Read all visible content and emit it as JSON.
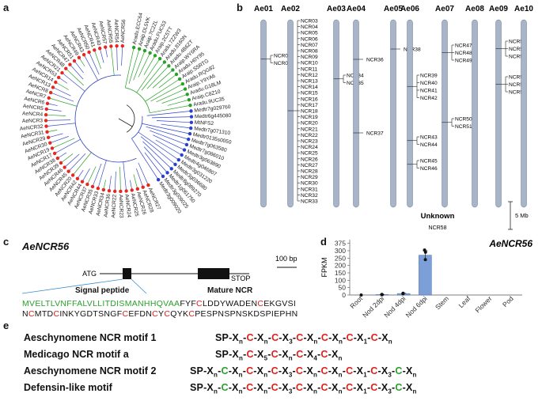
{
  "panels": {
    "a": "a",
    "b": "b",
    "c": "c",
    "d": "d",
    "e": "e"
  },
  "colors": {
    "red_node": "#e8271f",
    "green_node": "#2aa02b",
    "blue_node": "#2940cf",
    "chromosome": "#a8b4c8",
    "bar": "#7d9fd8",
    "cys": "#e0201b",
    "signal": "#2aa02b"
  },
  "tree": {
    "ncr_leaves": [
      "AeNCR56",
      "AeNCR54",
      "AeNCR55",
      "AeNCR57",
      "AeNCR40",
      "AeNCR41",
      "AeNCR50",
      "AeNCR43",
      "AeNCR49",
      "AeNCR51",
      "AeNCR47",
      "AeNCR48",
      "AeNCR21",
      "AeNCR53",
      "AeNCR14",
      "AeNCR13",
      "AeNCR8",
      "AeNCR7",
      "AeNCR6",
      "AeNCR5",
      "AeNCR4",
      "AeNCR3",
      "AeNCR32",
      "AeNCR31",
      "AeNCR29",
      "AeNCR30",
      "AeNCR19",
      "AeNCR17",
      "AeNCR38",
      "AeNCR39",
      "AeNCR46",
      "AeNCR45",
      "AeNCR20",
      "AeNCR42",
      "AeNCR44",
      "AeNCR37",
      "AeNCR35",
      "AeNCR33",
      "AeNCR34",
      "AeNCR36",
      "AeNCR22",
      "AeNCR23",
      "AeNCR24",
      "AeNCR25",
      "AeNCR26",
      "AeNCR28",
      "AeNCR27"
    ],
    "arachis_leaves": [
      "Aradu.ECC64",
      "Araip.DL5VK",
      "Araip.7C2ZL",
      "Aradu.FUC53",
      "Araip.2C5TT",
      "Aradu.7ZZW3",
      "Aradu.8160N",
      "Aradu.4B6ZT",
      "Araip.WY6RA",
      "Aradu.H0Y95",
      "Araip.S5RTG",
      "Aradu.RQG82",
      "Araip.Y9YA6",
      "Aradu.G18LM",
      "Araip.C8Z10",
      "Aradu.9UC35"
    ],
    "medicago_leaves": [
      "Medtr7g029760",
      "Medtr6g445080",
      "MtNFS2",
      "Medtr7g071310",
      "Medtr0135s0050",
      "Medtr7g063580",
      "Medtr7g086010",
      "Medtr3g063890",
      "Medtr4g046807",
      "Medtr3g031220",
      "Medtr3g036680",
      "Medtr8g089270",
      "Medtr1g061750",
      "Medtr3g009025",
      "Medtr3g009020"
    ]
  },
  "chromosomes": [
    {
      "name": "Ae01",
      "groups": [
        [
          "NCR01",
          "NCR02"
        ]
      ]
    },
    {
      "name": "Ae02",
      "groups": [
        [
          "NCR03",
          "NCR04",
          "NCR05",
          "NCR06",
          "NCR07",
          "NCR08",
          "NCR09",
          "NCR10",
          "NCR11",
          "NCR12",
          "NCR13",
          "NCR14",
          "NCR15",
          "NCR16",
          "NCR17",
          "NCR18",
          "NCR19",
          "NCR20",
          "NCR21",
          "NCR22",
          "NCR23",
          "NCR24",
          "NCR25",
          "NCR26",
          "NCR27",
          "NCR28",
          "NCR29",
          "NCR30",
          "NCR31",
          "NCR32",
          "NCR33"
        ]
      ]
    },
    {
      "name": "Ae03",
      "groups": [
        [
          "NCR34",
          "NCR35"
        ]
      ]
    },
    {
      "name": "Ae04",
      "groups": [
        [
          "NCR36"
        ],
        [
          "NCR37"
        ]
      ]
    },
    {
      "name": "Ae05",
      "groups": [
        [
          "NCR38"
        ]
      ]
    },
    {
      "name": "Ae06",
      "groups": [
        [
          "NCR39",
          "NCR40",
          "NCR41",
          "NCR42"
        ],
        [
          "NCR43",
          "NCR44"
        ],
        [
          "NCR45",
          "NCR46"
        ]
      ]
    },
    {
      "name": "Ae07",
      "groups": [
        [
          "NCR47",
          "NCR48",
          "NCR49"
        ],
        [
          "NCR50",
          "NCR51"
        ]
      ]
    },
    {
      "name": "Ae08",
      "groups": []
    },
    {
      "name": "Ae09",
      "groups": [
        [
          "NCR52",
          "NCR53",
          "NCR54"
        ],
        [
          "NCR55",
          "NCR56",
          "NCR57"
        ]
      ]
    },
    {
      "name": "Ae10",
      "groups": []
    }
  ],
  "unknown": {
    "title": "Unknown",
    "gene": "NCR58"
  },
  "scale_mb": "5 Mb",
  "gene_model": {
    "title": "AeNCR56",
    "atg": "ATG",
    "stop": "STOP",
    "scale": "100 bp",
    "signal_label": "Signal peptide",
    "mature_label": "Mature NCR",
    "seq_line1_signal": "MVELTLVNFFALVLLITDISMANHHQVAA",
    "seq_line1_rest": [
      [
        "FYF",
        false
      ],
      [
        "C",
        true
      ],
      [
        "LDDYWADEN",
        false
      ],
      [
        "C",
        true
      ],
      [
        "EKGVSI",
        false
      ]
    ],
    "seq_line2": [
      [
        "N",
        false
      ],
      [
        "C",
        true
      ],
      [
        "MTD",
        false
      ],
      [
        "C",
        true
      ],
      [
        "INKYGDTSNGF",
        false
      ],
      [
        "C",
        true
      ],
      [
        "EFDN",
        false
      ],
      [
        "C",
        true
      ],
      [
        "Y",
        false
      ],
      [
        "C",
        true
      ],
      [
        "QYK",
        false
      ],
      [
        "C",
        true
      ],
      [
        "PESPNSPNSKDSPIEPHN",
        false
      ]
    ]
  },
  "chart_data": {
    "type": "bar",
    "title": "AeNCR56",
    "ylabel": "FPKM",
    "categories": [
      "Root",
      "Nod 2dpi",
      "Nod 4dpi",
      "Nod 6dpi",
      "Stem",
      "Leaf",
      "Flower",
      "Pod"
    ],
    "values": [
      0,
      3,
      10,
      270,
      0,
      0,
      0,
      0
    ],
    "points": [
      [
        0
      ],
      [
        2,
        4
      ],
      [
        8,
        12
      ],
      [
        240,
        290,
        305
      ],
      [],
      [],
      [],
      []
    ],
    "error": [
      0,
      1,
      2,
      30,
      0,
      0,
      0,
      0
    ],
    "ylim": [
      0,
      375
    ],
    "yticks": [
      0,
      50,
      100,
      150,
      200,
      250,
      300,
      350
    ],
    "ytick_labels": [
      "0",
      "50",
      "100",
      "150",
      "200",
      "250",
      "300",
      "375"
    ]
  },
  "motifs": [
    {
      "name": "Aeschynomene NCR motif 1",
      "tokens": [
        [
          "SP-X",
          "n",
          "k"
        ],
        [
          "-",
          ""
        ],
        [
          "C",
          "",
          "r"
        ],
        [
          "-X",
          "n",
          "k"
        ],
        [
          "-",
          ""
        ],
        [
          "C",
          "",
          "r"
        ],
        [
          "-X",
          "3",
          "k"
        ],
        [
          "-",
          ""
        ],
        [
          "C",
          "",
          "r"
        ],
        [
          "-X",
          "n",
          "k"
        ],
        [
          "-",
          ""
        ],
        [
          "C",
          "",
          "r"
        ],
        [
          "-X",
          "n",
          "k"
        ],
        [
          "-",
          ""
        ],
        [
          "C",
          "",
          "r"
        ],
        [
          "-X",
          "1",
          "k"
        ],
        [
          "-",
          ""
        ],
        [
          "C",
          "",
          "r"
        ],
        [
          "-X",
          "n",
          "k"
        ]
      ]
    },
    {
      "name": "Medicago NCR motif a",
      "tokens": [
        [
          "SP-X",
          "n",
          "k"
        ],
        [
          "-",
          ""
        ],
        [
          "C",
          "",
          "r"
        ],
        [
          "-X",
          "5",
          "k"
        ],
        [
          "-",
          ""
        ],
        [
          "C",
          "",
          "r"
        ],
        [
          "-X",
          "n",
          "k"
        ],
        [
          "-",
          ""
        ],
        [
          "C",
          "",
          "r"
        ],
        [
          "-X",
          "4",
          "k"
        ],
        [
          "-",
          ""
        ],
        [
          "C",
          "",
          "r"
        ],
        [
          "-X",
          "n",
          "k"
        ]
      ]
    },
    {
      "name": "Aeschynomene NCR motif 2",
      "tokens": [
        [
          "SP-X",
          "n",
          "k"
        ],
        [
          "-",
          ""
        ],
        [
          "C",
          "",
          "g"
        ],
        [
          "-X",
          "n",
          "k"
        ],
        [
          "-",
          ""
        ],
        [
          "C",
          "",
          "r"
        ],
        [
          "-X",
          "n",
          "k"
        ],
        [
          "-",
          ""
        ],
        [
          "C",
          "",
          "r"
        ],
        [
          "-X",
          "3",
          "k"
        ],
        [
          "-",
          ""
        ],
        [
          "C",
          "",
          "r"
        ],
        [
          "-X",
          "n",
          "k"
        ],
        [
          "-",
          ""
        ],
        [
          "C",
          "",
          "r"
        ],
        [
          "-X",
          "n",
          "k"
        ],
        [
          "-",
          ""
        ],
        [
          "C",
          "",
          "r"
        ],
        [
          "-X",
          "1",
          "k"
        ],
        [
          "-",
          ""
        ],
        [
          "C",
          "",
          "r"
        ],
        [
          "-X",
          "3",
          "k"
        ],
        [
          "-",
          ""
        ],
        [
          "C",
          "",
          "g"
        ],
        [
          "-X",
          "n",
          "k"
        ]
      ]
    },
    {
      "name": "Defensin-like motif",
      "tokens": [
        [
          "SP-X",
          "n",
          "k"
        ],
        [
          "-",
          ""
        ],
        [
          "C",
          "",
          "g"
        ],
        [
          "-X",
          "n",
          "k"
        ],
        [
          "-",
          ""
        ],
        [
          "C",
          "",
          "r"
        ],
        [
          "-X",
          "n",
          "k"
        ],
        [
          "-",
          ""
        ],
        [
          "C",
          "",
          "r"
        ],
        [
          "-X",
          "3",
          "k"
        ],
        [
          "-",
          ""
        ],
        [
          "C",
          "",
          "r"
        ],
        [
          "-X",
          "n",
          "k"
        ],
        [
          "-",
          ""
        ],
        [
          "C",
          "",
          "r"
        ],
        [
          "-X",
          "n",
          "k"
        ],
        [
          "-",
          ""
        ],
        [
          "C",
          "",
          "r"
        ],
        [
          "-X",
          "1",
          "k"
        ],
        [
          "-",
          ""
        ],
        [
          "C",
          "",
          "r"
        ],
        [
          "-X",
          "3",
          "k"
        ],
        [
          "-",
          ""
        ],
        [
          "C",
          "",
          "g"
        ],
        [
          "-X",
          "n",
          "k"
        ]
      ]
    }
  ]
}
